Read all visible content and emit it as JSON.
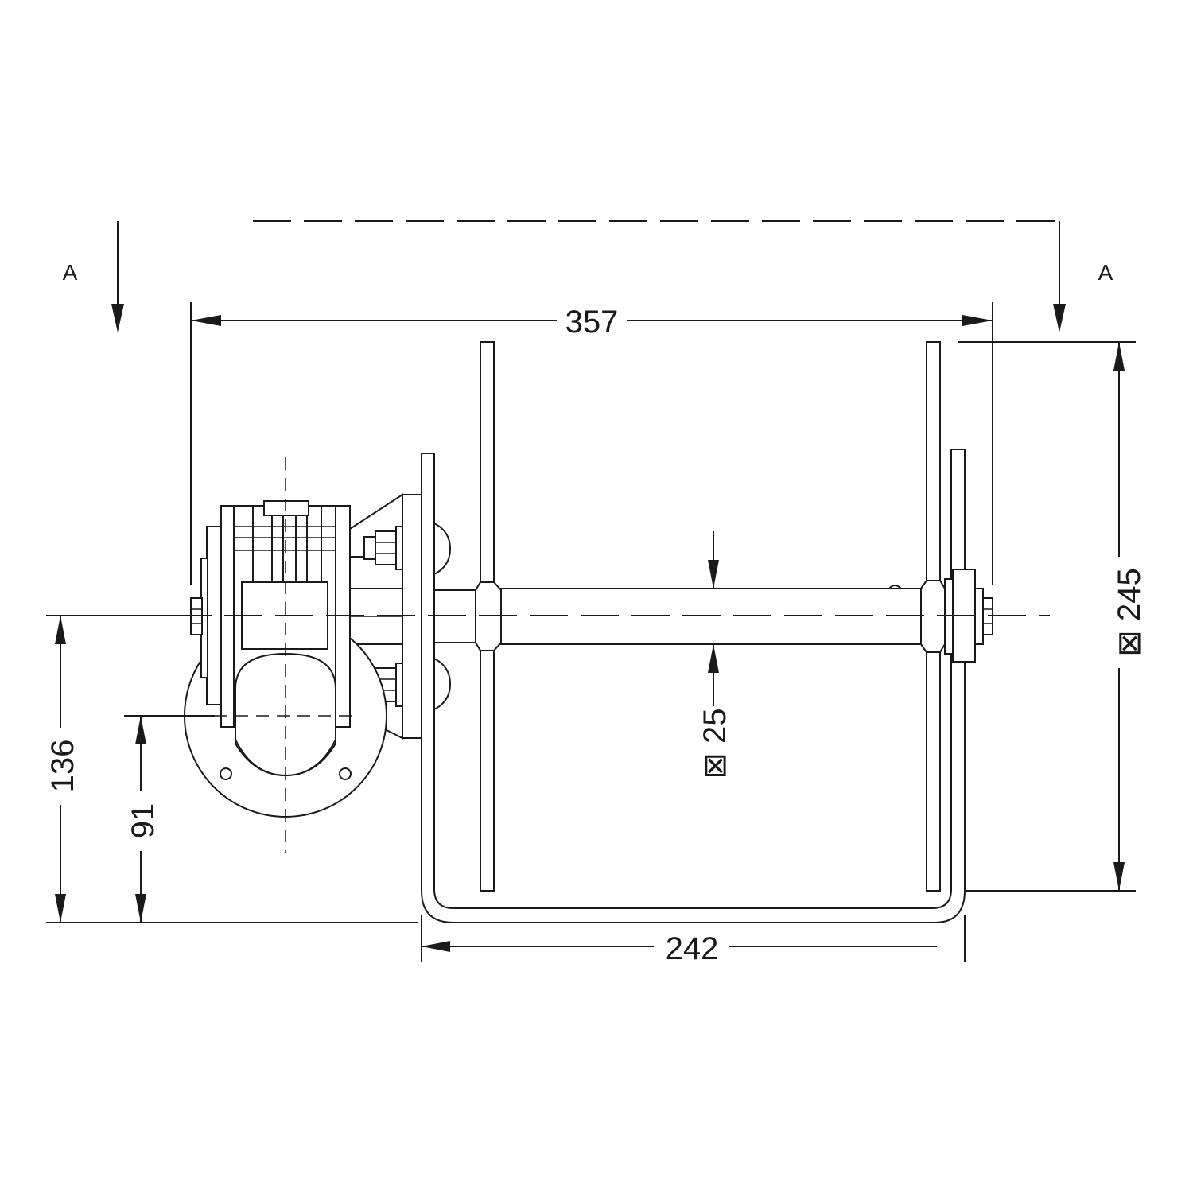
{
  "section_marks": {
    "left": "A",
    "right": "A"
  },
  "dimensions": {
    "overall_width": "357",
    "height": "245",
    "height_symbol": "⊠",
    "shaft_size": "25",
    "shaft_symbol": "⊠",
    "axis_height": "136",
    "motor_axis_height": "91",
    "frame_width": "242"
  }
}
